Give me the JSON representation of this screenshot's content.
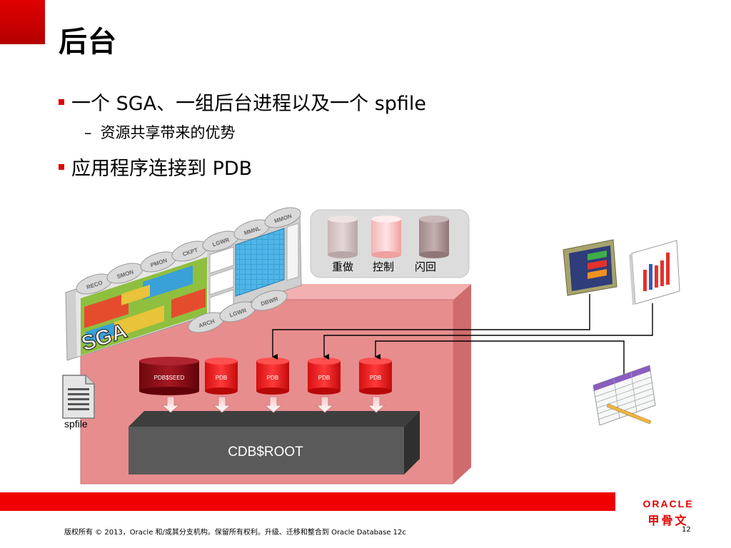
{
  "title": "后台",
  "bullets": [
    {
      "text": "一个 SGA、一组后台进程以及一个 spfile",
      "subs": [
        "资源共享带来的优势"
      ]
    },
    {
      "text": "应用程序连接到 PDB"
    }
  ],
  "diagram": {
    "sga_label": "SGA",
    "processes_top": [
      "RECO",
      "SMON",
      "PMON",
      "CKPT",
      "LGWR",
      "MMNL",
      "MMON"
    ],
    "processes_bottom": [
      "ARCH",
      "LGWR",
      "DBWR"
    ],
    "files": [
      "重做",
      "控制",
      "闪回"
    ],
    "pdbs": [
      "PDB$SEED",
      "PDB",
      "PDB",
      "PDB",
      "PDB"
    ],
    "root_label": "CDB$ROOT",
    "spfile_label": "spfile"
  },
  "footer": {
    "copyright": "版权所有 © 2013，Oracle 和/或其分支机构。保留所有权利。升级、迁移和整合到 Oracle Database 12c",
    "page": "12"
  },
  "logo": {
    "line1": "ORACLE",
    "line2": "甲骨文"
  },
  "colors": {
    "accent": "#e00000",
    "container": "#e8898a",
    "root": "#5a5a5a",
    "pdb": "#e51f1f",
    "seed": "#8b0b12"
  }
}
